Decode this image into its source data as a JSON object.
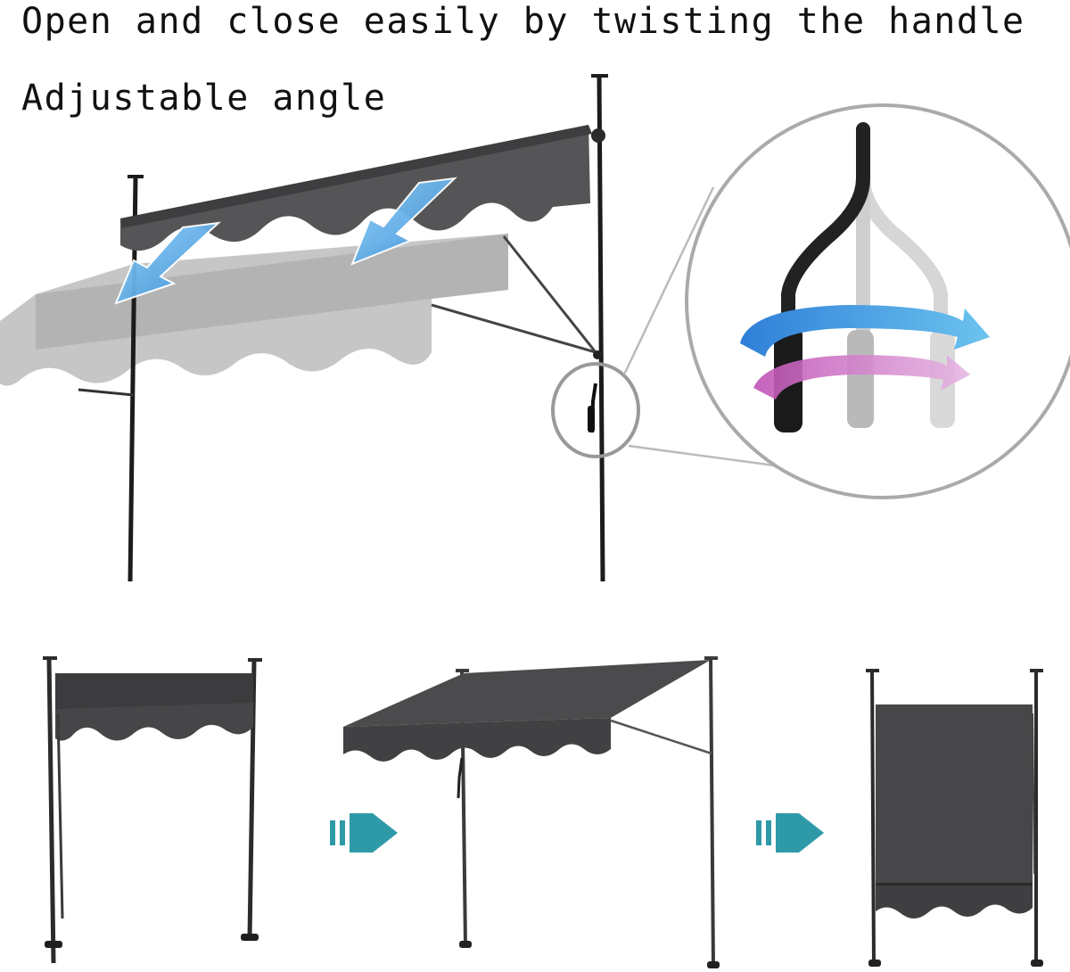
{
  "captions": {
    "line1": "Open and close easily by twisting the handle",
    "line2": "Adjustable angle"
  },
  "colors": {
    "fabric_dark": "#4a4a4c",
    "fabric_light": "#b9b9b9",
    "pole": "#1c1c1c",
    "arrow_blue": "#4aa6e8",
    "arrow_purple": "#c06fbf",
    "step_arrow": "#2f9aa7"
  },
  "icons": {
    "angle_arrows": "double-down-arrow-icon",
    "handle_twist": "rotation-arrow-icon",
    "step_arrows": "chevron-right-arrow-icon"
  },
  "steps": [
    "rolled-up",
    "extended-awning",
    "vertical-screen"
  ]
}
